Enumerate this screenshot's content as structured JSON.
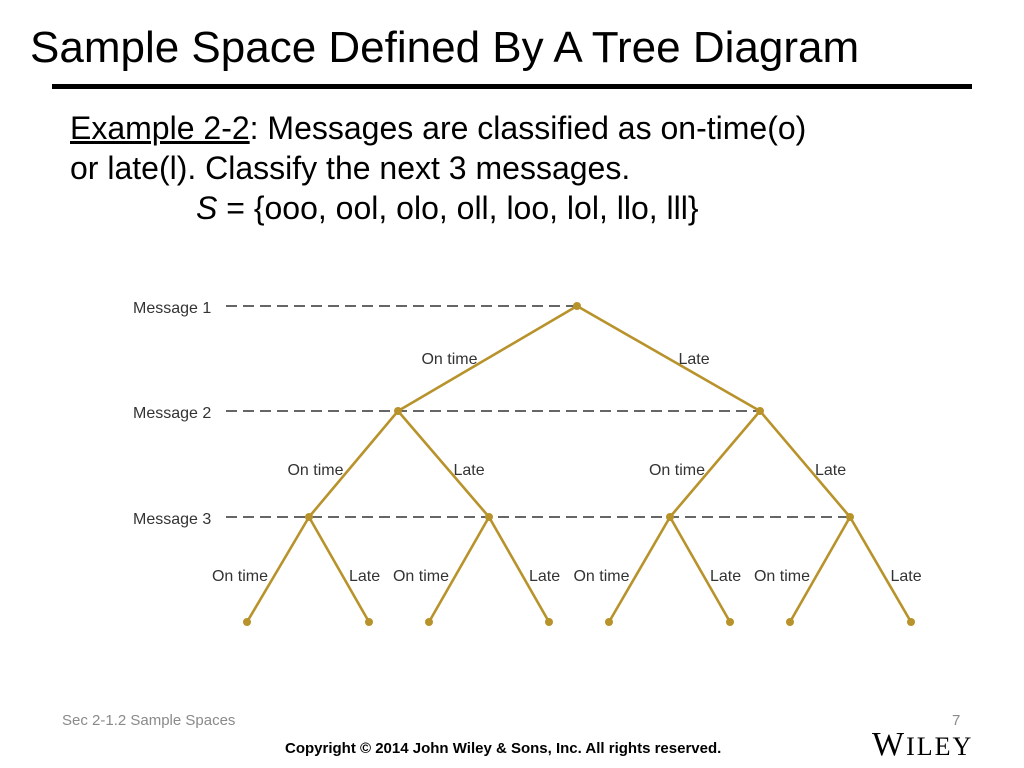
{
  "slide": {
    "title": "Sample Space Defined By A Tree Diagram",
    "example_label": "Example 2-2",
    "example_text_1": ": Messages are classified as on-time(o)",
    "example_text_2": "or late(l). Classify the next 3 messages.",
    "set_symbol": "S",
    "set_text": " = {ooo, ool, olo, oll, loo, lol, llo, lll}"
  },
  "tree": {
    "levels": [
      "Message 1",
      "Message 2",
      "Message 3"
    ],
    "branch_labels": {
      "on_time": "On time",
      "late": "Late"
    },
    "branch_color": "#b8922a"
  },
  "footer": {
    "section": "Sec 2-1.2 Sample Spaces",
    "page": "7",
    "copyright": "Copyright © 2014 John Wiley & Sons, Inc. All rights reserved.",
    "logo": "Wiley"
  }
}
